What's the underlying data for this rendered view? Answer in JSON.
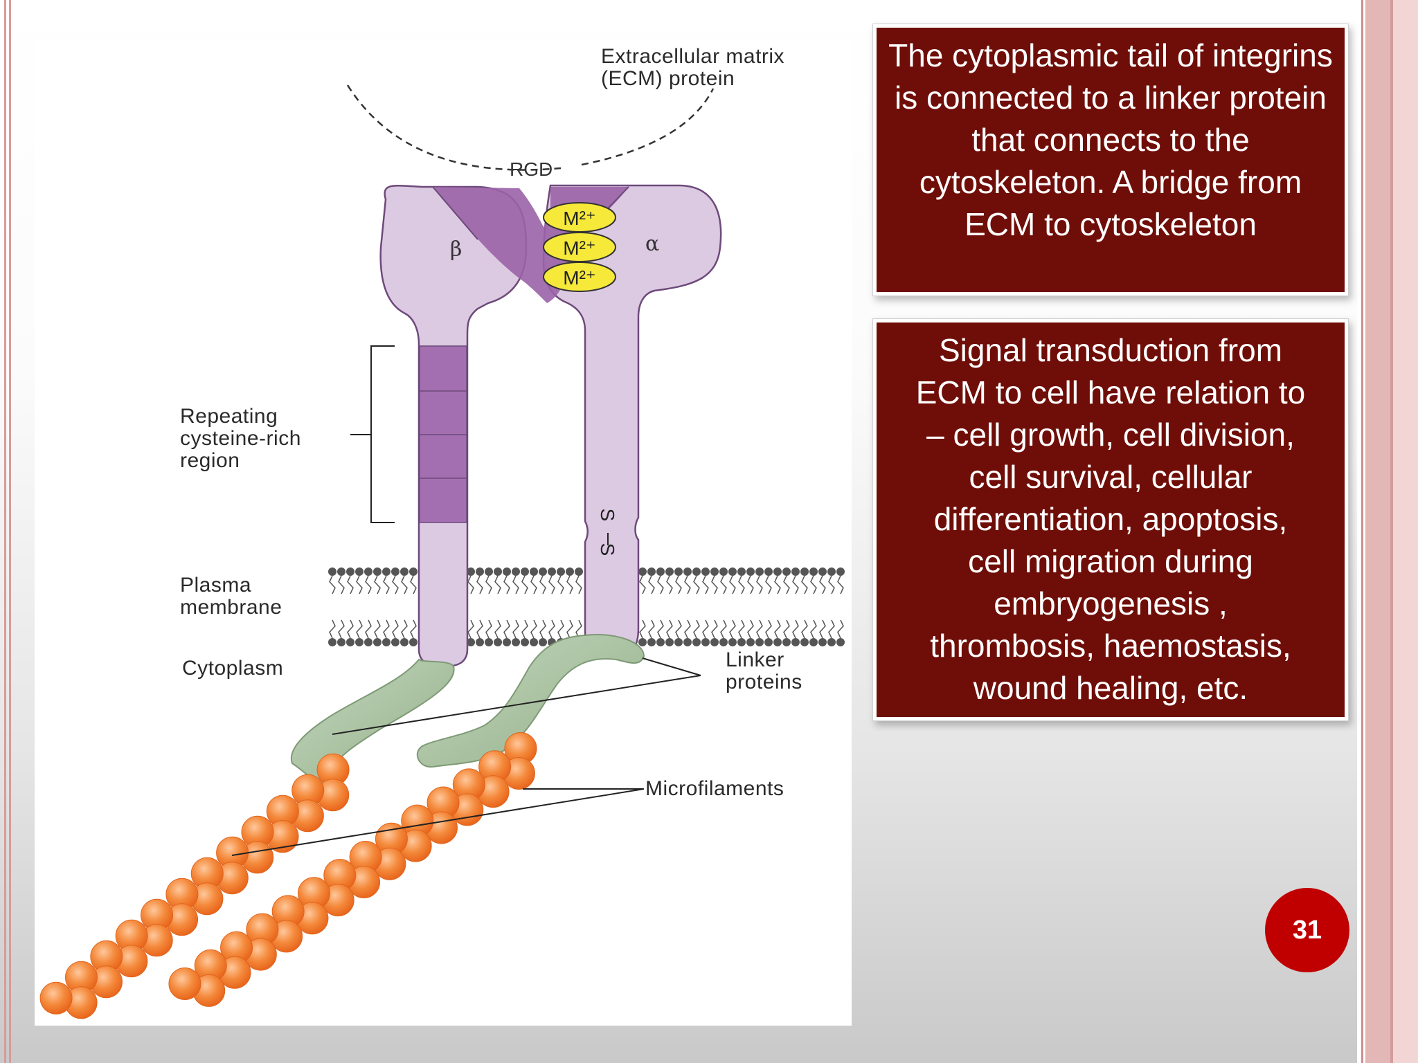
{
  "slide": {
    "box1_text": "The cytoplasmic tail of integrins is connected to a linker protein that connects to the cytoskeleton. A bridge from ECM to cytoskeleton",
    "box2_text": "Signal transduction from ECM to cell have relation to – cell growth, cell division, cell survival, cellular differentiation, apoptosis, cell migration during embryogenesis , thrombosis, haemostasis, wound healing, etc.",
    "page_number": "31"
  },
  "diagram": {
    "labels": {
      "ecm": "Extracellular matrix\n(ECM) protein",
      "rgd": "RGD",
      "beta": "β",
      "alpha": "α",
      "metal_ion": "M²⁺",
      "cysteine": "Repeating\ncysteine-rich\nregion",
      "s_top": "S",
      "s_bottom": "S",
      "plasma_membrane": "Plasma\nmembrane",
      "cytoplasm": "Cytoplasm",
      "linker": "Linker\nproteins",
      "microfilaments": "Microfilaments"
    }
  },
  "colors": {
    "box_bg": "#6f0e08",
    "page_badge": "#c00000",
    "integrin_light": "#dcc9e2",
    "integrin_dark": "#9a63a7",
    "metal_ion": "#f6e93a",
    "linker": "#a9c3a1",
    "actin": "#f07a2e"
  }
}
